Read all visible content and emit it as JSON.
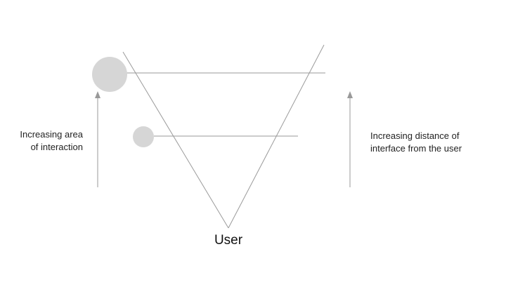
{
  "labels": {
    "left": [
      "Increasing area",
      "of interaction"
    ],
    "right": [
      "Increasing distance of",
      "interface from the user"
    ],
    "user": "User"
  },
  "colors": {
    "line": "#9a9a9a",
    "circle": "#d6d6d6",
    "arrow": "#999999",
    "text": "#222222"
  }
}
